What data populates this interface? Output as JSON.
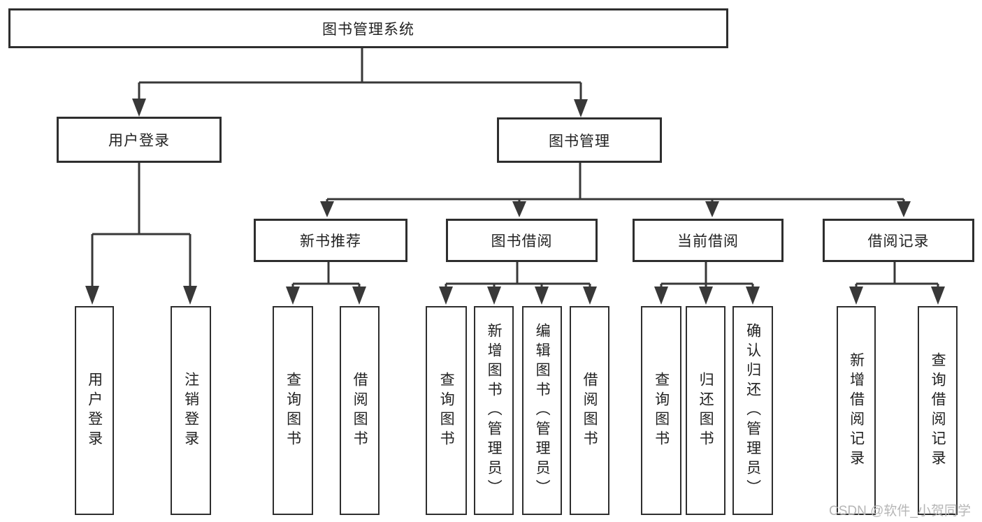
{
  "diagram": {
    "root": {
      "label": "图书管理系统"
    },
    "level2": [
      {
        "label": "用户登录",
        "children": [
          {
            "label": "用户登录"
          },
          {
            "label": "注销登录"
          }
        ]
      },
      {
        "label": "图书管理",
        "children": [
          {
            "label": "新书推荐",
            "children": [
              {
                "label": "查询图书"
              },
              {
                "label": "借阅图书"
              }
            ]
          },
          {
            "label": "图书借阅",
            "children": [
              {
                "label": "查询图书"
              },
              {
                "label": "新增图书（管理员）"
              },
              {
                "label": "编辑图书（管理员）"
              },
              {
                "label": "借阅图书"
              }
            ]
          },
          {
            "label": "当前借阅",
            "children": [
              {
                "label": "查询图书"
              },
              {
                "label": "归还图书"
              },
              {
                "label": "确认归还（管理员）"
              }
            ]
          },
          {
            "label": "借阅记录",
            "children": [
              {
                "label": "新增借阅记录"
              },
              {
                "label": "查询借阅记录"
              }
            ]
          }
        ]
      }
    ]
  },
  "watermark": {
    "text": "CSDN @软件_小贺同学"
  },
  "colors": {
    "background": "#ffffff",
    "line": "#383838",
    "box_border": "#2e2e2e",
    "text": "#222222",
    "watermark": "#b6b6b6"
  }
}
